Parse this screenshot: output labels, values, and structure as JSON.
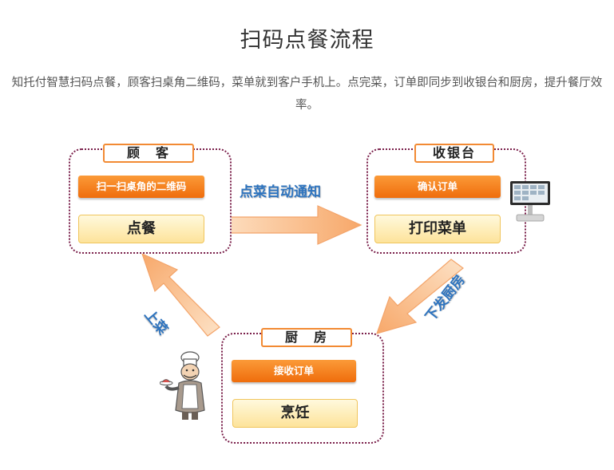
{
  "page": {
    "title": "扫码点餐流程",
    "description": "知托付智慧扫码点餐，顾客扫桌角二维码，菜单就到客户手机上。点完菜，订单即同步到收银台和厨房，提升餐厅效率。"
  },
  "nodes": {
    "guest": {
      "title": "顾　客",
      "action": "扫一扫桌角的二维码",
      "step": "点餐"
    },
    "cashier": {
      "title": "收银台",
      "action": "确认订单",
      "step": "打印菜单"
    },
    "kitchen": {
      "title": "厨　房",
      "action": "接收订单",
      "step": "烹饪"
    }
  },
  "edges": {
    "notify": "点菜自动通知",
    "to_kitchen": "下发厨房",
    "serve": "上菜"
  },
  "colors": {
    "accent_orange": "#f28a33",
    "panel_border": "#7a1f4a",
    "label_blue": "#2e74bf",
    "arrow_fill": "#fbc59a"
  }
}
